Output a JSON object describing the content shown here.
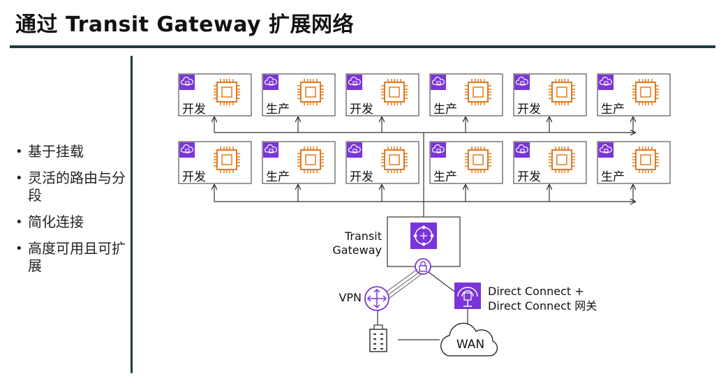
{
  "title": "通过 Transit Gateway 扩展网络",
  "bullets": [
    "基于挂载",
    "灵活的路由与分段",
    "简化连接",
    "高度可用且可扩展"
  ],
  "diagram": {
    "row1_labels": [
      "开发",
      "生产",
      "开发",
      "生产",
      "开发",
      "生产"
    ],
    "row2_labels": [
      "开发",
      "生产",
      "开发",
      "生产",
      "开发",
      "生产"
    ],
    "tgw_label_line1": "Transit",
    "tgw_label_line2": "Gateway",
    "vpn_label": "VPN",
    "dc_label_line1": "Direct Connect +",
    "dc_label_line2": "Direct Connect 网关",
    "wan_label": "WAN",
    "colors": {
      "vpc_icon": "#7b34d9",
      "ec2_icon": "#e07b1f",
      "tgw_icon": "#7b34d9",
      "line": "#333333",
      "header_rule": "#1f3b3f"
    }
  }
}
